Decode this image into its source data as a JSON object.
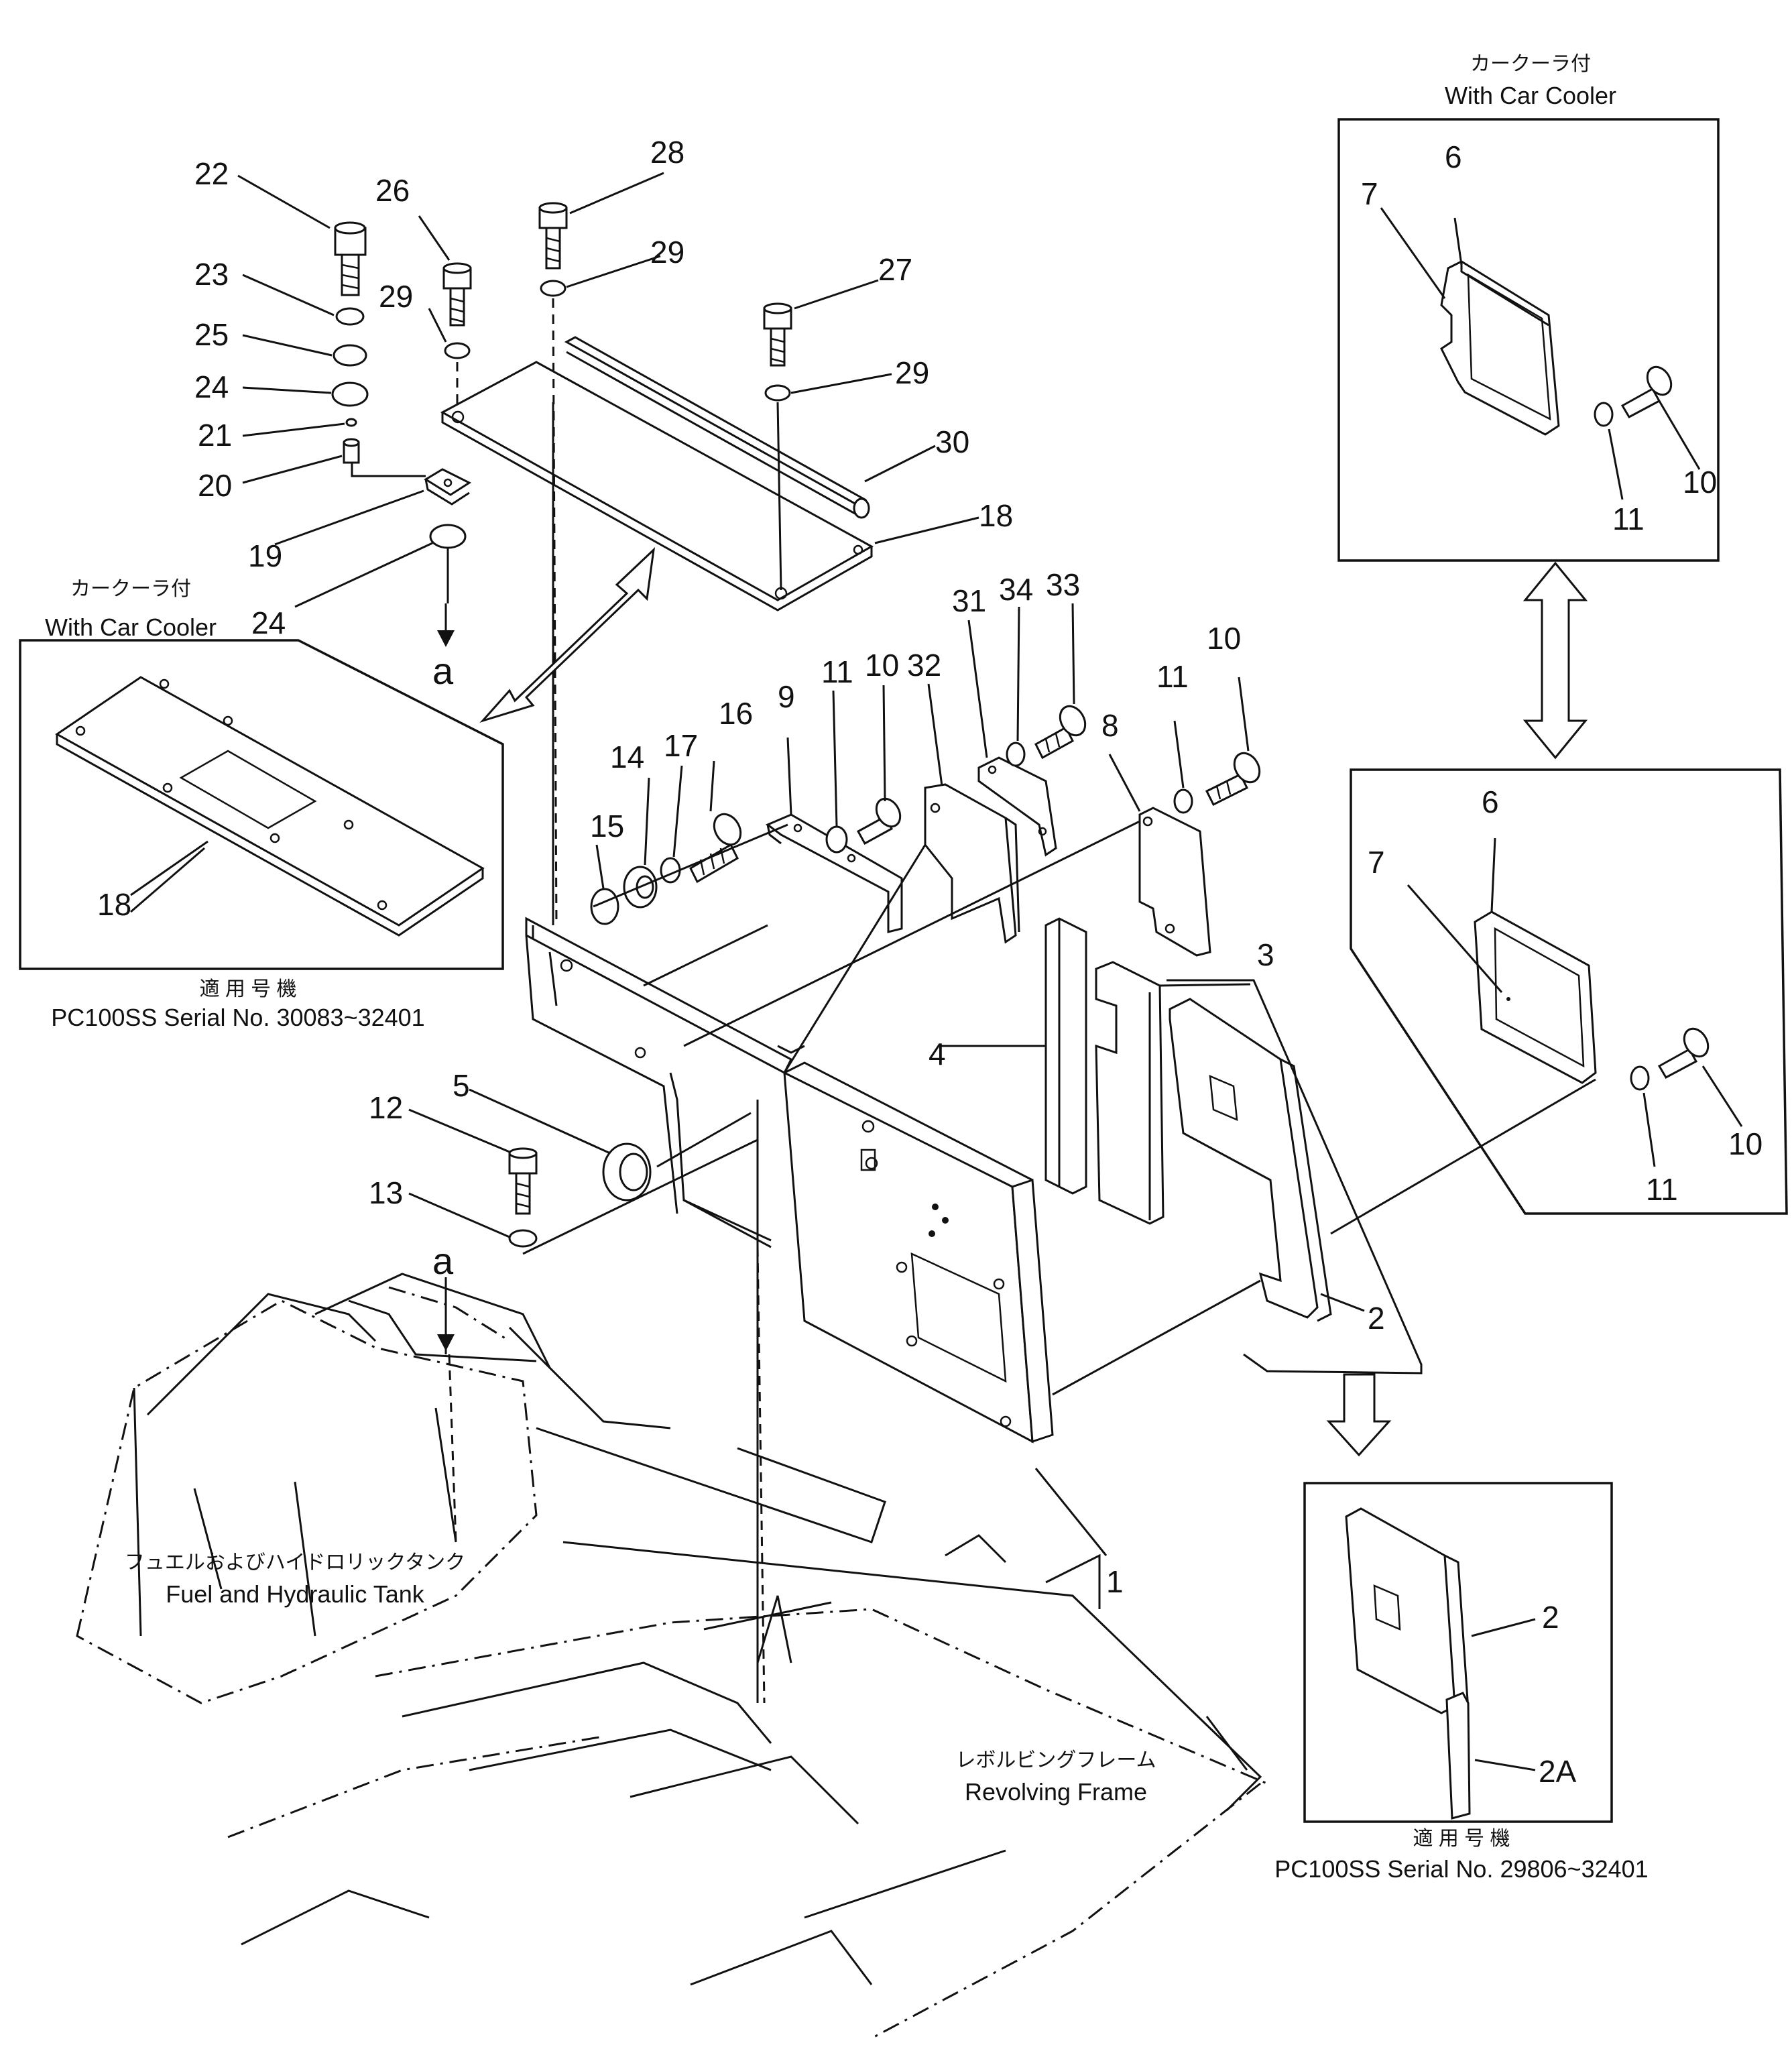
{
  "callouts": [
    "22",
    "26",
    "28",
    "29",
    "29",
    "27",
    "23",
    "25",
    "24",
    "21",
    "20",
    "29",
    "30",
    "19",
    "18",
    "24",
    "a",
    "a",
    "16",
    "17",
    "14",
    "15",
    "9",
    "11",
    "10",
    "32",
    "31",
    "34",
    "33",
    "8",
    "11",
    "10",
    "3",
    "4",
    "18",
    "5",
    "12",
    "13",
    "2",
    "1",
    "6",
    "7",
    "11",
    "10",
    "6",
    "7",
    "11",
    "10",
    "2",
    "2A"
  ],
  "captions": {
    "car_cooler_jp": "カークーラ付",
    "car_cooler_en": "With Car Cooler",
    "serial_label_jp": "適 用 号 機",
    "serial_inset_left": "PC100SS Serial No. 30083~32401",
    "serial_inset_bottom": "PC100SS Serial No. 29806~32401",
    "tank_jp": "フュエルおよびハイドロリックタンク",
    "tank_en": "Fuel and Hydraulic Tank",
    "frame_jp": "レボルビングフレーム",
    "frame_en": "Revolving Frame"
  }
}
